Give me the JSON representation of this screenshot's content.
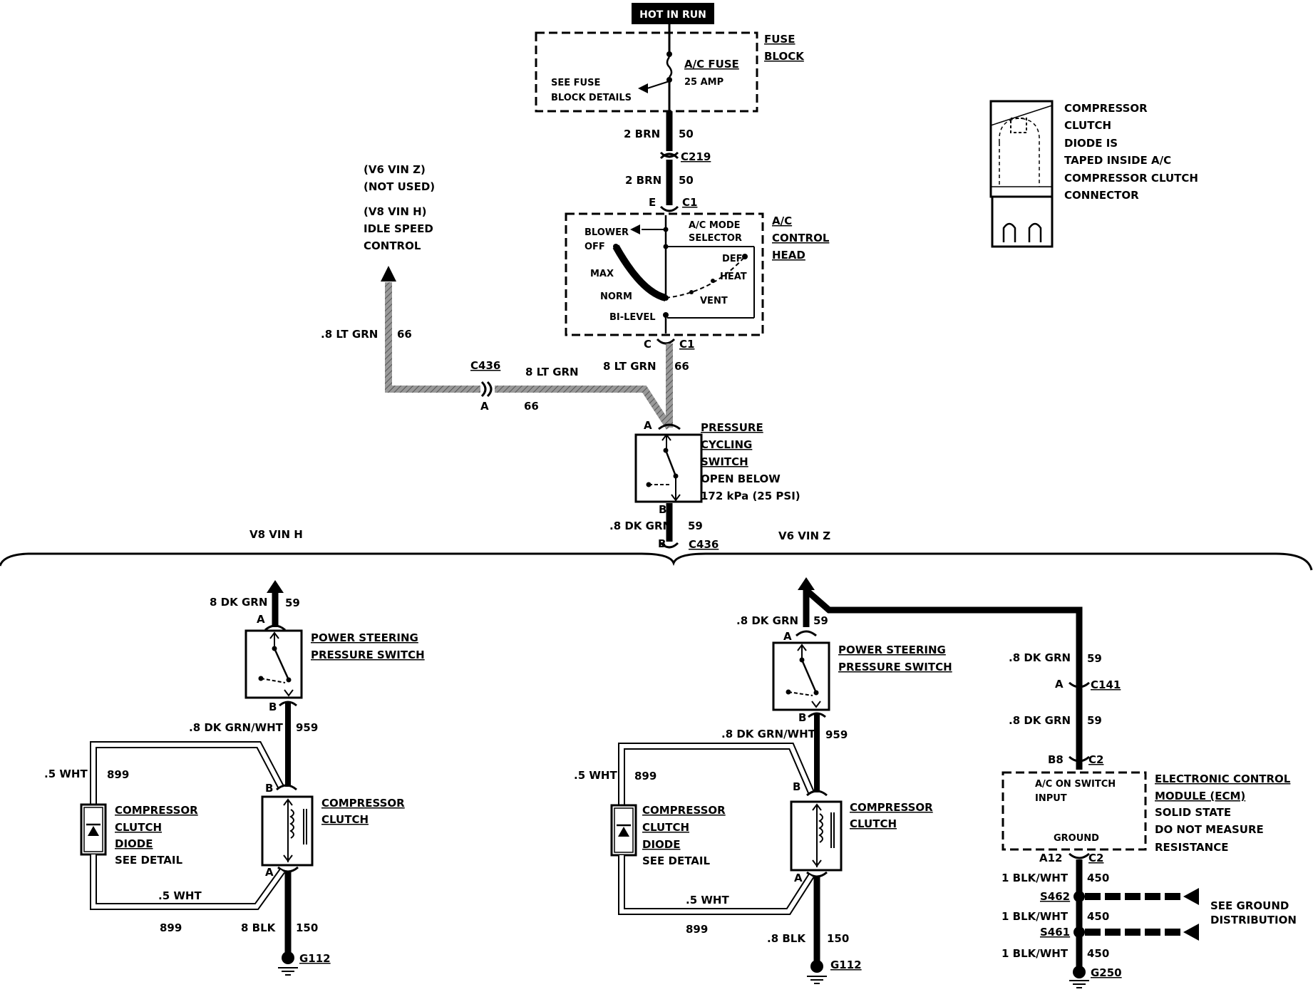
{
  "header": {
    "label": "HOT IN RUN"
  },
  "fuse": {
    "block_title_1": "FUSE",
    "block_title_2": "BLOCK",
    "fuse_name": "A/C FUSE",
    "rating": "25 AMP",
    "see_1": "SEE FUSE",
    "see_2": "BLOCK DETAILS"
  },
  "top_wire": {
    "w1_color": "2 BRN",
    "w1_circuit": "50",
    "conn": "C219",
    "w2_color": "2 BRN",
    "w2_circuit": "50",
    "pin_e": "E",
    "c1": "C1"
  },
  "control_head": {
    "title_1": "A/C",
    "title_2": "CONTROL",
    "title_3": "HEAD",
    "blower": "BLOWER",
    "off": "OFF",
    "mode_1": "A/C MODE",
    "mode_2": "SELECTOR",
    "def": "DEF",
    "heat": "HEAT",
    "max": "MAX",
    "norm": "NORM",
    "vent": "VENT",
    "bilevel": "BI-LEVEL",
    "pin_c": "C",
    "c1": "C1"
  },
  "idle": {
    "l1": "(V6 VIN Z)",
    "l2": "(NOT USED)",
    "l3": "(V8 VIN H)",
    "l4": "IDLE SPEED",
    "l5": "CONTROL",
    "wire_color": ".8 LT GRN",
    "wire_circuit": "66"
  },
  "mid_wire": {
    "c436": "C436",
    "pin_a": "A",
    "color_a": "8 LT GRN",
    "circuit_a": "66",
    "color_b": "8 LT GRN",
    "circuit_b": "66"
  },
  "pressure_switch": {
    "pin_a": "A",
    "pin_b": "B",
    "t1": "PRESSURE",
    "t2": "CYCLING",
    "t3": "SWITCH",
    "t4": "OPEN BELOW",
    "t5": "172 kPa (25 PSI)",
    "wire_color": ".8 DK GRN",
    "wire_circuit": "59",
    "conn_pin": "B",
    "conn": "C436"
  },
  "split": {
    "left": "V8 VIN H",
    "right": "V6 VIN Z"
  },
  "left": {
    "top_color": "8 DK GRN",
    "top_circuit": "59",
    "pin_a": "A",
    "ps1": "POWER STEERING",
    "ps2": "PRESSURE SWITCH",
    "pin_b": "B",
    "mid_color": ".8 DK GRN/WHT",
    "mid_circuit": "959",
    "wht_top": ".5 WHT",
    "wht_circuit": "899",
    "diode_1": "COMPRESSOR",
    "diode_2": "CLUTCH",
    "diode_3": "DIODE",
    "diode_4": "SEE DETAIL",
    "clutch_pin_b": "B",
    "clutch_1": "COMPRESSOR",
    "clutch_2": "CLUTCH",
    "clutch_pin_a": "A",
    "wht_bottom": ".5 WHT",
    "bottom_899": "899",
    "blk_color": "8 BLK",
    "blk_circuit": "150",
    "ground": "G112"
  },
  "right": {
    "top_color": ".8 DK GRN",
    "top_circuit": "59",
    "pin_a": "A",
    "ps1": "POWER STEERING",
    "ps2": "PRESSURE SWITCH",
    "pin_b": "B",
    "mid_color": ".8 DK GRN/WHT",
    "mid_circuit": "959",
    "wht_top": ".5 WHT",
    "wht_circuit": "899",
    "diode_1": "COMPRESSOR",
    "diode_2": "CLUTCH",
    "diode_3": "DIODE",
    "diode_4": "SEE DETAIL",
    "clutch_pin_b": "B",
    "clutch_1": "COMPRESSOR",
    "clutch_2": "CLUTCH",
    "clutch_pin_a": "A",
    "wht_bottom": ".5 WHT",
    "bottom_899": "899",
    "blk_color": ".8 BLK",
    "blk_circuit": "150",
    "ground": "G112"
  },
  "ecm": {
    "w1_color": ".8 DK GRN",
    "w1_circuit": "59",
    "pin_a": "A",
    "c141": "C141",
    "w2_color": ".8 DK GRN",
    "w2_circuit": "59",
    "b8": "B8",
    "c2": "C2",
    "input_1": "A/C ON SWITCH",
    "input_2": "INPUT",
    "ground": "GROUND",
    "t1": "ELECTRONIC CONTROL",
    "t2": "MODULE (ECM)",
    "t3": "SOLID STATE",
    "t4": "DO NOT MEASURE",
    "t5": "RESISTANCE",
    "a12": "A12",
    "c2b": "C2",
    "g1_color": "1 BLK/WHT",
    "g1_circuit": "450",
    "s462": "S462",
    "g2_color": "1 BLK/WHT",
    "g2_circuit": "450",
    "s461": "S461",
    "g3_color": "1 BLK/WHT",
    "g3_circuit": "450",
    "g250": "G250",
    "see_1": "SEE GROUND",
    "see_2": "DISTRIBUTION"
  },
  "detail": {
    "l1": "COMPRESSOR",
    "l2": "CLUTCH",
    "l3": "DIODE IS",
    "l4": "TAPED INSIDE A/C",
    "l5": "COMPRESSOR CLUTCH",
    "l6": "CONNECTOR"
  }
}
